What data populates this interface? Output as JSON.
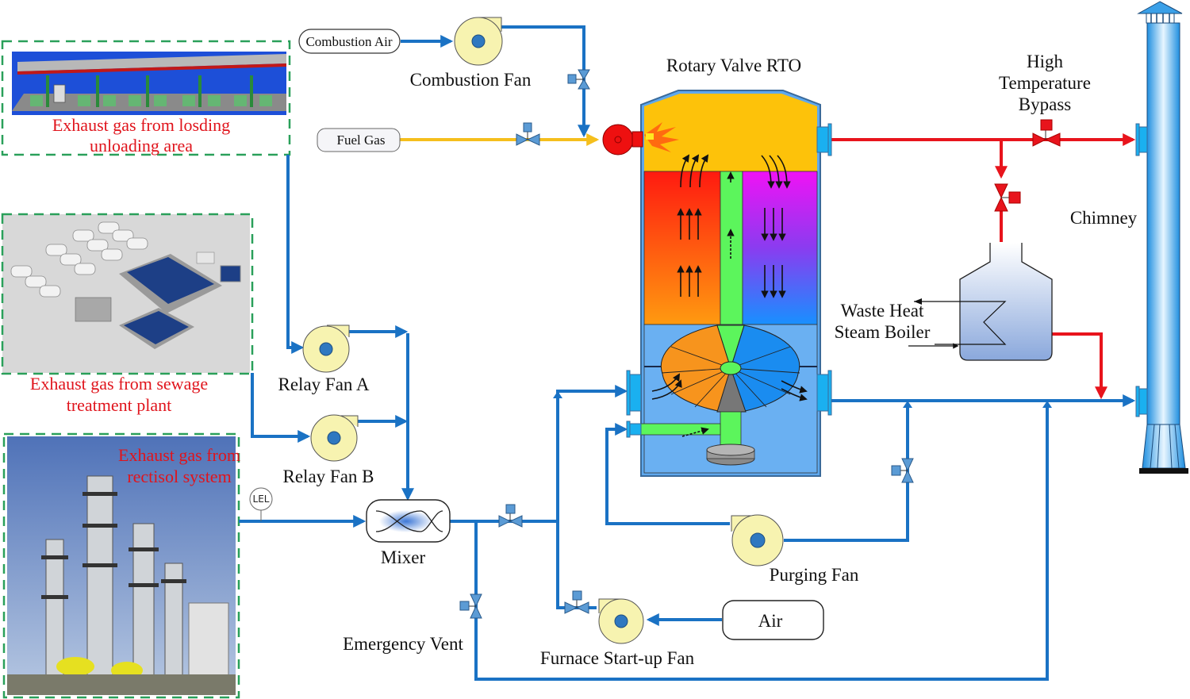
{
  "title": "Rotary Valve RTO process flow",
  "sources": {
    "loading": {
      "line1": "Exhaust gas from losding",
      "line2": "unloading area"
    },
    "sewage": {
      "line1": "Exhaust gas from sewage",
      "line2": "treatment plant"
    },
    "rectisol": {
      "line1": "Exhaust gas from",
      "line2": "rectisol system"
    }
  },
  "equipment": {
    "combustion_air": "Combustion Air",
    "combustion_fan": "Combustion Fan",
    "fuel_gas": "Fuel Gas",
    "rto": "Rotary Valve RTO",
    "relay_fan_a": "Relay Fan A",
    "relay_fan_b": "Relay Fan B",
    "lel": "LEL",
    "mixer": "Mixer",
    "emergency_vent": "Emergency Vent",
    "furnace_startup_fan": "Furnace Start-up Fan",
    "air": "Air",
    "purging_fan": "Purging Fan",
    "bypass": {
      "line1": "High",
      "line2": "Temperature",
      "line3": "Bypass"
    },
    "boiler": {
      "line1": "Waste Heat",
      "line2": "Steam Boiler"
    },
    "chimney": "Chimney"
  },
  "colors": {
    "pipe_blue": "#1a72c4",
    "pipe_red": "#e8141c",
    "fuel_yellow": "#f5bf1d",
    "fan_body": "#f7f3b0",
    "fan_hub": "#2f78c0",
    "valve": "#5b9bd5",
    "source_label": "#e0141c",
    "source_border": "#2aa05a"
  }
}
